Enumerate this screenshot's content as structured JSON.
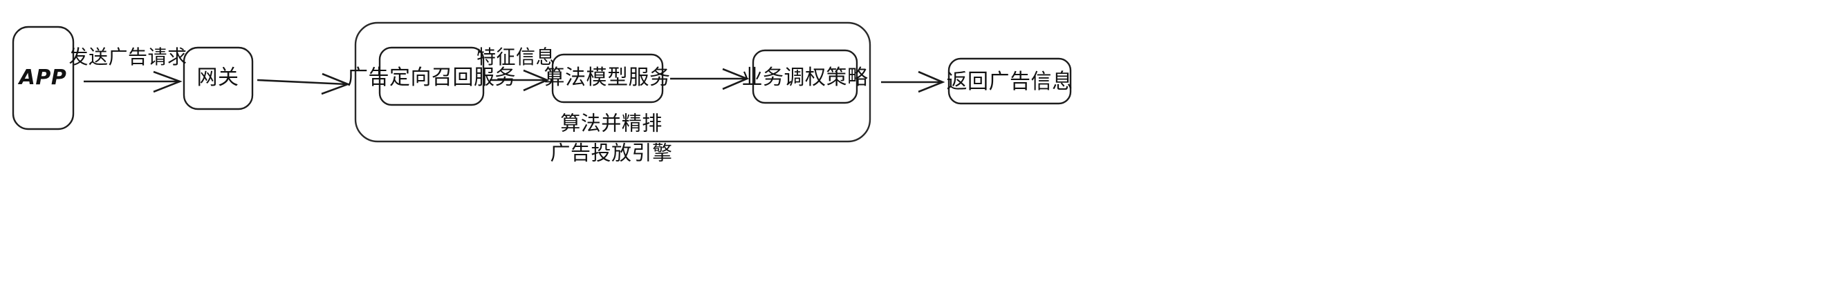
{
  "diagram": {
    "title": "广告投放引擎流程图",
    "background_color": "#ffffff",
    "stroke_color": "#1d1d1d",
    "text_color": "#121212"
  },
  "nodes": {
    "app": {
      "label": "APP"
    },
    "gateway": {
      "label": "网关"
    },
    "recall_service": {
      "label": "广告定向召回服务"
    },
    "model_service": {
      "label": "算法模型服务"
    },
    "weight_strategy": {
      "label": "业务调权策略"
    },
    "return_ad": {
      "label": "返回广告信息"
    }
  },
  "groups": {
    "ranking": {
      "label": "算法并精排"
    },
    "engine": {
      "label": "广告投放引擎"
    }
  },
  "edges": {
    "app_to_gateway": {
      "label": "发送广告请求"
    },
    "gateway_to_engine": {
      "label": ""
    },
    "recall_to_model": {
      "label": "特征信息"
    },
    "model_to_weight": {
      "label": ""
    },
    "engine_to_return": {
      "label": ""
    }
  }
}
